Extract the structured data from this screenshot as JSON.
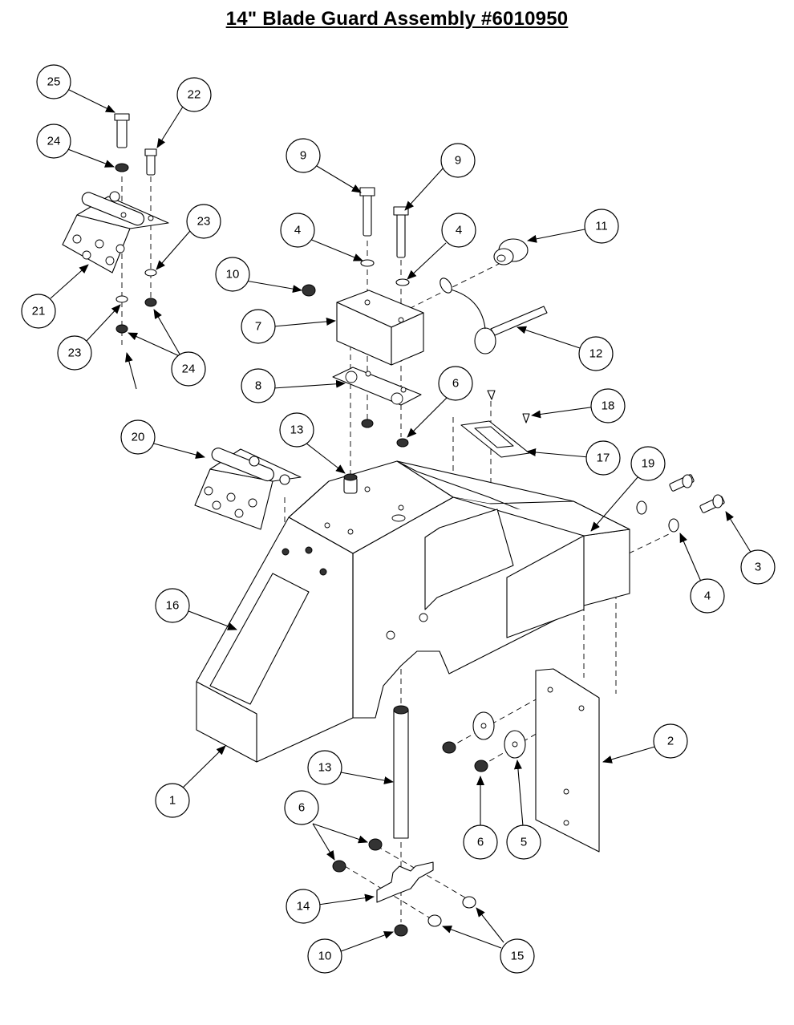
{
  "title": "14\" Blade Guard Assembly #6010950",
  "callouts": {
    "c25": "25",
    "c22": "22",
    "c24a": "24",
    "c23a": "23",
    "c21": "21",
    "c23b": "23",
    "c24b": "24",
    "c20": "20",
    "c9a": "9",
    "c9b": "9",
    "c4a": "4",
    "c4b": "4",
    "c11": "11",
    "c10a": "10",
    "c7": "7",
    "c12": "12",
    "c8": "8",
    "c6a": "6",
    "c18": "18",
    "c13a": "13",
    "c17": "17",
    "c19": "19",
    "c3": "3",
    "c4c": "4",
    "c16": "16",
    "c2": "2",
    "c13b": "13",
    "c1": "1",
    "c6b": "6",
    "c6c": "6",
    "c5": "5",
    "c14": "14",
    "c10b": "10",
    "c15": "15"
  }
}
